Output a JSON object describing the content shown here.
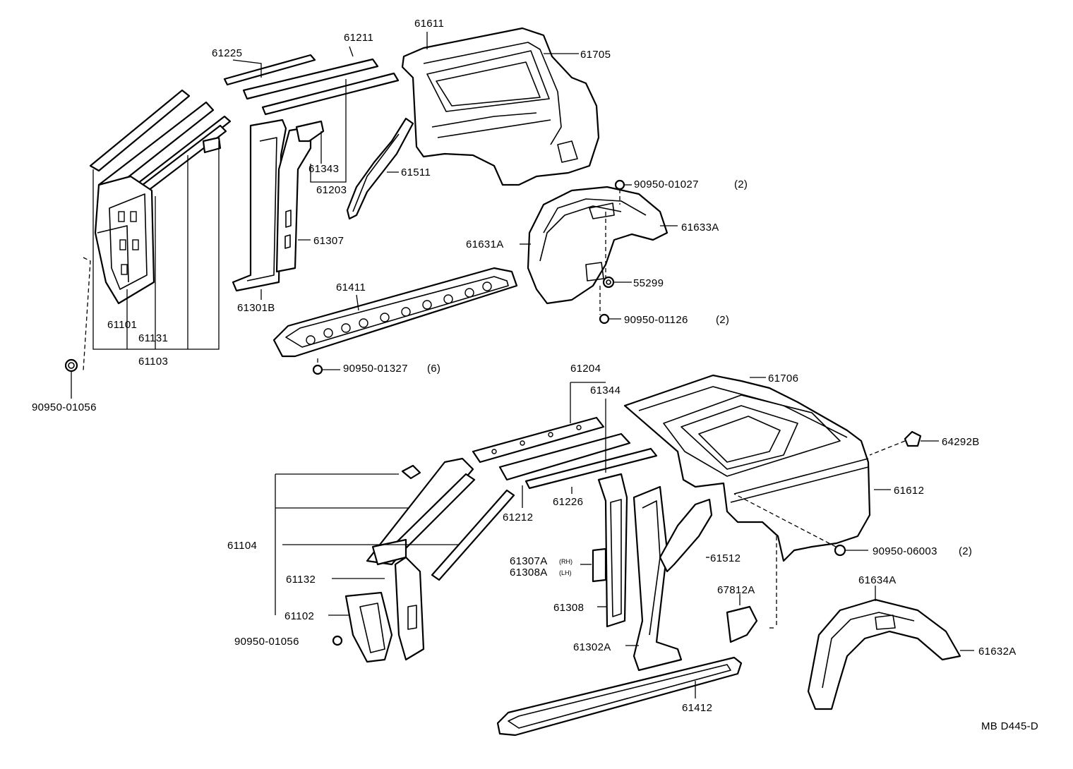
{
  "diagram_id": "MB D445-D",
  "labels": {
    "p61225": "61225",
    "p61211": "61211",
    "p61611": "61611",
    "p61705": "61705",
    "p61343": "61343",
    "p61203": "61203",
    "p61511": "61511",
    "p61307": "61307",
    "p61301B": "61301B",
    "p61411": "61411",
    "p61101": "61101",
    "p61131": "61131",
    "p61103": "61103",
    "p90950_01056_a": "90950-01056",
    "p90950_01027": "90950-01027",
    "q90950_01027": "(2)",
    "p61633A": "61633A",
    "p61631A": "61631A",
    "p55299": "55299",
    "p90950_01126": "90950-01126",
    "q90950_01126": "(2)",
    "p90950_01327": "90950-01327",
    "q90950_01327": "(6)",
    "p61204": "61204",
    "p61344": "61344",
    "p61706": "61706",
    "p64292B": "64292B",
    "p61612": "61612",
    "p61212": "61212",
    "p61226": "61226",
    "p61104": "61104",
    "p61307A": "61307A",
    "s61307A": "(RH)",
    "p61308A": "61308A",
    "s61308A": "(LH)",
    "p61512": "61512",
    "p90950_06003": "90950-06003",
    "q90950_06003": "(2)",
    "p61132": "61132",
    "p67812A": "67812A",
    "p61308": "61308",
    "p61102": "61102",
    "p90950_01056_b": "90950-01056",
    "p61302A": "61302A",
    "p61634A": "61634A",
    "p61632A": "61632A",
    "p61412": "61412"
  }
}
